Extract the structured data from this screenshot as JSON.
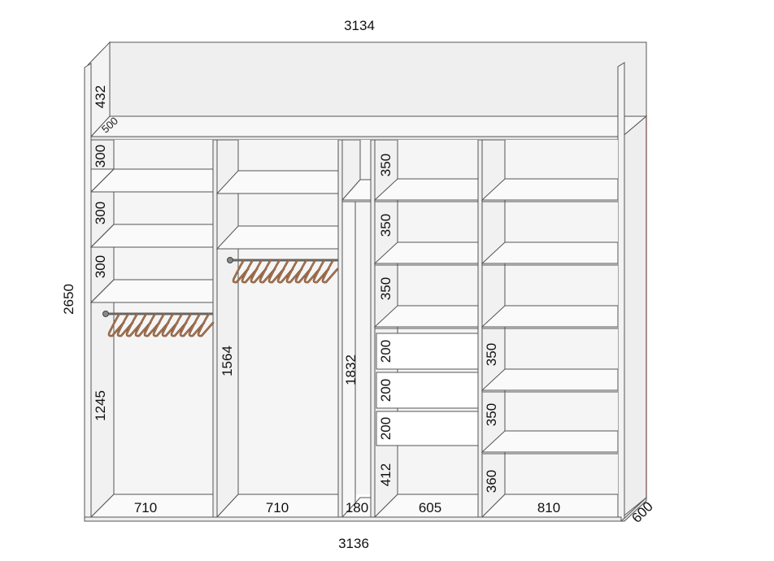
{
  "overall": {
    "top_width": "3134",
    "bottom_width": "3136",
    "height": "2650",
    "depth": "600",
    "top_box_height": "432",
    "top_box_depth": "500"
  },
  "sections": {
    "s1": {
      "width": "710",
      "shelves": [
        "300",
        "300",
        "300"
      ],
      "hanging": "1245"
    },
    "s2": {
      "width": "710",
      "hanging": "1564"
    },
    "s3": {
      "width": "180",
      "height": "1832"
    },
    "s4": {
      "width": "605",
      "shelves": [
        "350",
        "350",
        "350"
      ],
      "drawers": [
        "200",
        "200",
        "200"
      ],
      "bottom": "412"
    },
    "s5": {
      "width": "810",
      "shelves": [
        "350",
        "350"
      ],
      "bottom": "360"
    }
  }
}
